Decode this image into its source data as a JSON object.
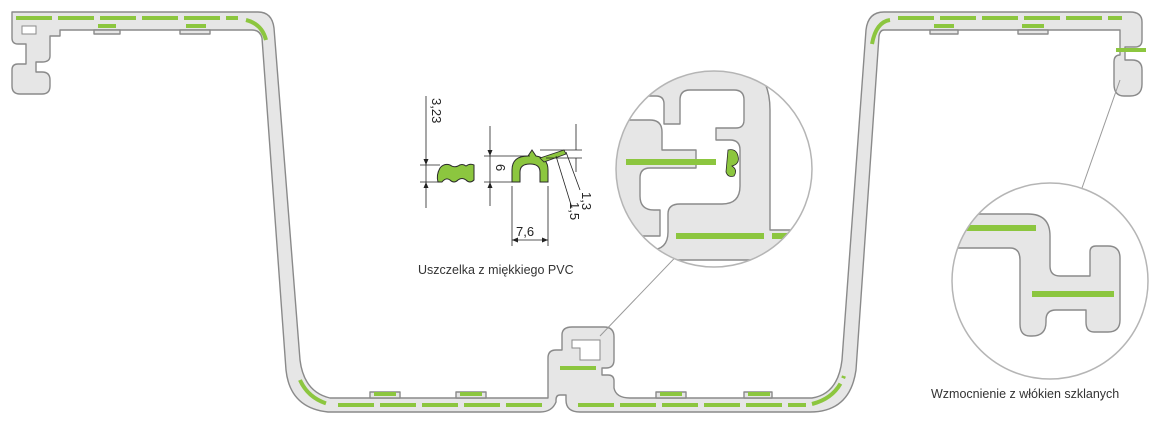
{
  "labels": {
    "seal_caption": "Uszczelka z miękkiego PVC",
    "glass_caption": "Wzmocnienie z włókien szklanych"
  },
  "dimensions": {
    "seal_a_height": "3,23",
    "seal_b_height": "6",
    "seal_b_width": "7,6",
    "seal_b_lip_1": "1,3",
    "seal_b_lip_2": "1,5"
  },
  "colors": {
    "profile_fill": "#e6e6e6",
    "profile_outline": "#8a8a8a",
    "fiberglass_reinforcement": "#8cc63f",
    "pvc_seal": "#8cc63f"
  }
}
